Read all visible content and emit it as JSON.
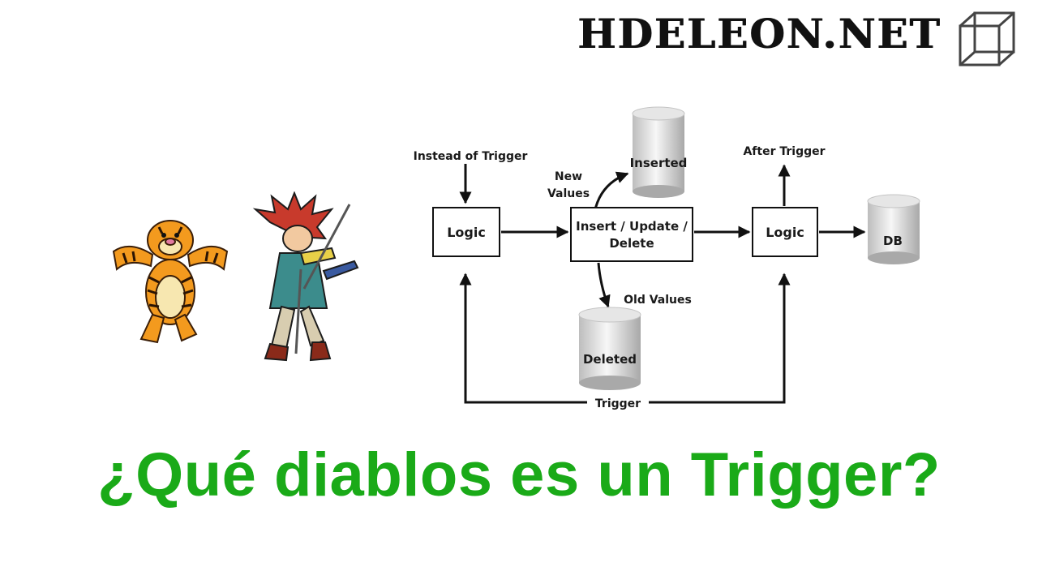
{
  "header": {
    "brand": "HDELEON.NET",
    "logo_icon": "wireframe-cube-icon"
  },
  "illustrations": [
    {
      "icon": "tigger-cartoon-icon"
    },
    {
      "icon": "anime-swordsman-icon"
    }
  ],
  "diagram": {
    "instead_of_label": "Instead of Trigger",
    "logic_left": "Logic",
    "new_values_line1": "New",
    "new_values_line2": "Values",
    "inserted": "Inserted",
    "iud_line1": "Insert / Update /",
    "iud_line2": "Delete",
    "old_values": "Old Values",
    "deleted": "Deleted",
    "after_label": "After Trigger",
    "logic_right": "Logic",
    "db": "DB",
    "trigger_label": "Trigger"
  },
  "headline": "¿Qué diablos es un Trigger?"
}
